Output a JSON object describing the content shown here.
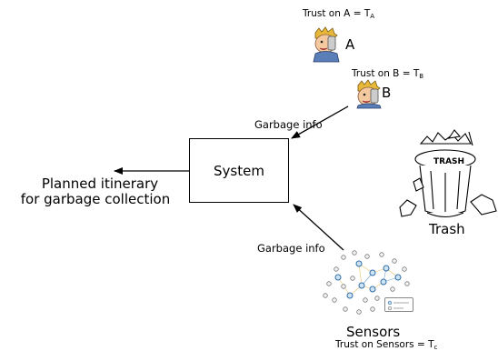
{
  "trust_a": {
    "prefix": "Trust on A = T",
    "sub": "A"
  },
  "trust_b": {
    "prefix": "Trust on B = T",
    "sub": "B"
  },
  "person_a_label": "A",
  "person_b_label": "B",
  "garbage_info_top": "Garbage info",
  "garbage_info_bottom": "Garbage info",
  "system_label": "System",
  "output_line1": "Planned  itinerary",
  "output_line2": "for garbage collection",
  "trash_label": "Trash",
  "trash_can_text": "TRASH",
  "sensors_label": "Sensors",
  "trust_sensors": {
    "prefix": "Trust on Sensors = T",
    "sub": "c"
  },
  "icons": [
    "person-phone-icon",
    "trash-can-icon",
    "sensor-network-icon"
  ]
}
